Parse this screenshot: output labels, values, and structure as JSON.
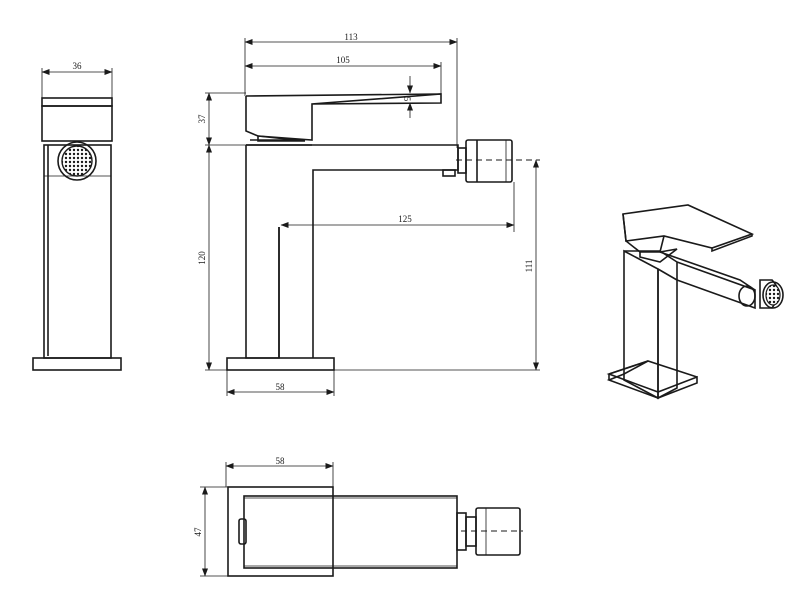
{
  "dimensions": {
    "side_width": "36",
    "overall_length": "113",
    "lever_length": "105",
    "lever_thickness": "5",
    "lever_height": "37",
    "body_height": "120",
    "spout_reach": "125",
    "outlet_height": "111",
    "base_width_front": "58",
    "base_width_top": "58",
    "top_depth": "47"
  }
}
